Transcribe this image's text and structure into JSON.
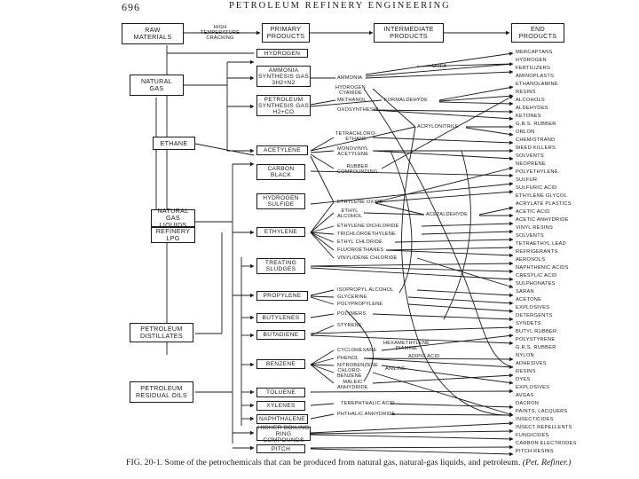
{
  "header": {
    "page_number": "696",
    "running_title": "PETROLEUM REFINERY ENGINEERING"
  },
  "flow_stages": [
    "RAW\nMATERIALS",
    "PRIMARY\nPRODUCTS",
    "INTERMEDIATE\nPRODUCTS",
    "END\nPRODUCTS"
  ],
  "flow_arrow_label": "HIGH\nTEMPERATURE\nCRACKING",
  "raw_materials": [
    "NATURAL\nGAS",
    "ETHANE",
    "NATURAL GAS\nLIQUIDS",
    "REFINERY\nLPG",
    "PETROLEUM\nDISTILLATES",
    "PETROLEUM\nRESIDUAL OILS"
  ],
  "primary_products": [
    "HYDROGEN",
    "AMMONIA\nSYNTHESIS GAS\n3H2+N2",
    "PETROLEUM\nSYNTHESIS GAS\nH2+CO",
    "ACETYLENE",
    "CARBON\nBLACK",
    "HYDROGEN\nSULFIDE",
    "ETHYLENE",
    "TREATING\nSLUDGES",
    "PROPYLENE",
    "BUTYLENES",
    "BUTADIENE",
    "BENZENE",
    "TOLUENE",
    "XYLENES",
    "NAPHTHALENE",
    "HIGHER BOILING\nRING COMPOUNDS",
    "PITCH"
  ],
  "intermediate_products": [
    "AMMONIA",
    "UREA",
    "HYDROGEN\nCYANIDE",
    "METHANOL",
    "FORMALDEHYDE",
    "OXOSYNTHESIS",
    "TETRACHLORO-\nETHANE",
    "ACRYLONITRILE",
    "MONOVINYL\nACETYLENE",
    "RUBBER\nCOMPOUNDING",
    "ETHYLENE OXIDE",
    "ETHYL\nALCOHOL",
    "ACETALDEHYDE",
    "ETHYLENE DICHLORIDE",
    "TRICHLOROETHYLENE",
    "ETHYL CHLORIDE",
    "FLUOROETHANES",
    "VINYLIDENE CHLORIDE",
    "ISOPROPYL ALCOHOL",
    "GLYCERINE",
    "POLYPROPYLENE",
    "POLYMERS",
    "STYRENE",
    "HEXAMETHYLENE\nDIAMINE",
    "CYCLOHEXANE",
    "ADIPIC ACID",
    "PHENOL",
    "NITROBENZENE",
    "ANILINE",
    "CHLORO-\nBENZENE",
    "MALEIC\nANHYDRIDE",
    "TEREPHTHALIC ACID",
    "PHTHALIC ANHYDRIDE"
  ],
  "end_products": [
    "MERCAPTANS",
    "HYDROGEN",
    "FERTILIZERS",
    "AMINOPLASTS",
    "ETHANOLAMINE",
    "RESINS",
    "ALCOHOLS",
    "ALDEHYDES",
    "KETONES",
    "G.R.S. RUBBER",
    "ORLON",
    "CHEMISTRAND",
    "WEED KILLERS",
    "SOLVENTS",
    "NEOPRENE",
    "POLYETHYLENE",
    "SULFUR",
    "SULFURIC ACID",
    "ETHYLENE GLYCOL",
    "ACRYLATE PLASTICS",
    "ACETIC ACID",
    "ACETIC ANHYDRIDE",
    "VINYL RESINS",
    "SOLVENTS",
    "TETRAETHYL LEAD",
    "REFRIGERANTS",
    "AEROSOLS",
    "NAPHTHENIC ACIDS",
    "CRESYLIC ACID",
    "SULPHONATES",
    "SARAN",
    "ACETONE",
    "EXPLOSIVES",
    "DETERGENTS",
    "SYNDETS",
    "BUTYL RUBBER",
    "POLYSTYRENE",
    "G.R.S. RUBBER",
    "NYLON",
    "ADHESIVES",
    "RESINS",
    "DYES",
    "EXPLOSIVES",
    "AVGAS",
    "DACRON",
    "PAINTS, LACQUERS",
    "INSECTICIDES",
    "INSECT REPELLENTS",
    "FUNGICIDES",
    "CARBON ELECTRODES",
    "PITCH RESINS"
  ],
  "caption": {
    "figure": "FIG. 20-1.",
    "text": "Some of the petrochemicals that can be produced from natural gas, natural-gas liquids, and petroleum.",
    "source": "(Pet. Refiner.)"
  }
}
